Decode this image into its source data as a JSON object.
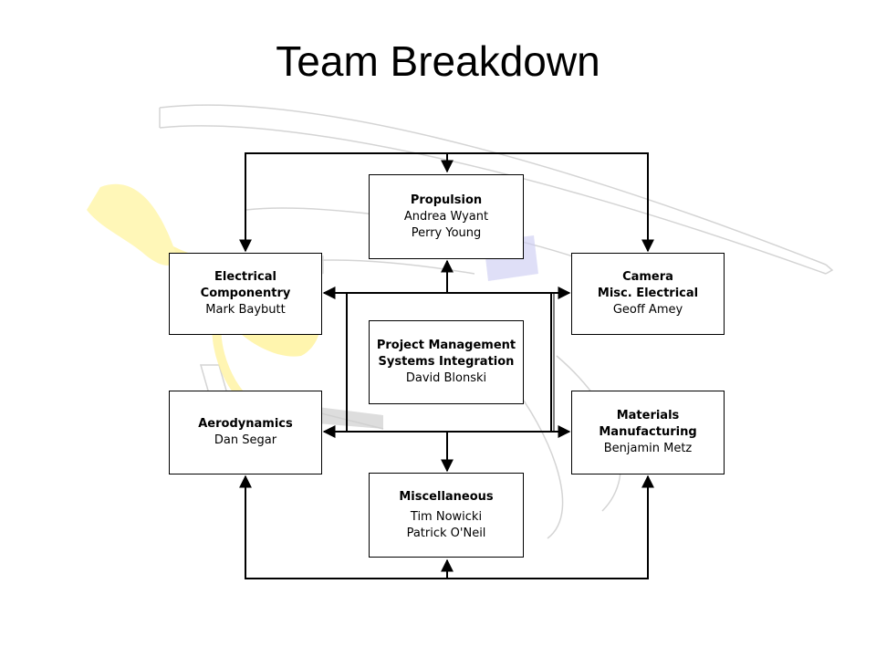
{
  "title": "Team Breakdown",
  "boxes": {
    "propulsion": {
      "lines": [
        "Propulsion"
      ],
      "members": [
        "Andrea Wyant",
        "Perry Young"
      ]
    },
    "electrical": {
      "lines": [
        "Electrical",
        "Componentry"
      ],
      "members": [
        "Mark Baybutt"
      ]
    },
    "camera": {
      "lines": [
        "Camera",
        "Misc. Electrical"
      ],
      "members": [
        "Geoff Amey"
      ]
    },
    "project_management": {
      "lines": [
        "Project Management",
        "Systems Integration"
      ],
      "members": [
        "David Blonski"
      ]
    },
    "aerodynamics": {
      "lines": [
        "Aerodynamics"
      ],
      "members": [
        "Dan Segar"
      ]
    },
    "materials": {
      "lines": [
        "Materials",
        "Manufacturing"
      ],
      "members": [
        "Benjamin Metz"
      ]
    },
    "miscellaneous": {
      "lines": [
        "Miscellaneous"
      ],
      "members": [
        "Tim Nowicki",
        "Patrick O'Neil"
      ]
    }
  },
  "colors": {
    "line": "#000000",
    "watermark_yellow": "#fff3a0",
    "watermark_gray": "#cfcfcf",
    "watermark_blue": "#c9c9f2"
  }
}
